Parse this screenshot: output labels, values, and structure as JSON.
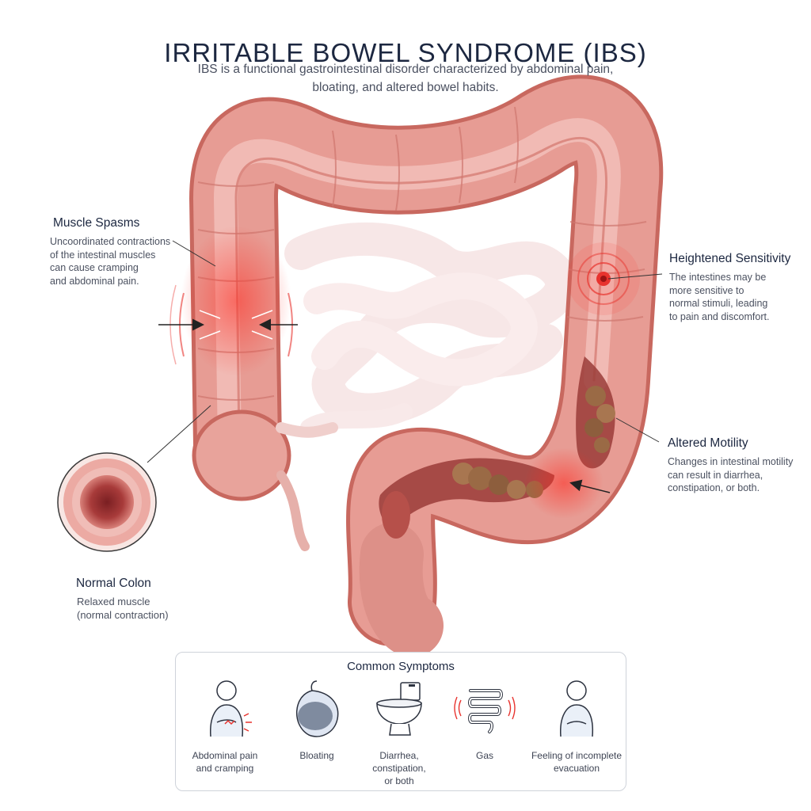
{
  "header": {
    "title": "IRRITABLE BOWEL SYNDROME (IBS)",
    "subtitle": "IBS is a functional gastrointestinal disorder characterized by abdominal pain, bloating, and altered bowel habits."
  },
  "callouts": {
    "muscle_spasms": {
      "title": "Muscle Spasms",
      "body": "Uncoordinated contractions\nof the intestinal muscles\ncan cause cramping\nand abdominal pain."
    },
    "heightened_sensitivity": {
      "title": "Heightened Sensitivity",
      "body": "The intestines may be\nmore sensitive to\nnormal stimuli, leading\nto pain and discomfort."
    },
    "altered_motility": {
      "title": "Altered Motility",
      "body": "Changes in intestinal motility\ncan result in diarrhea,\nconstipation, or both."
    },
    "normal_colon": {
      "title": "Normal Colon",
      "body": "Relaxed muscle\n(normal contraction)"
    }
  },
  "symptoms": {
    "title": "Common Symptoms",
    "items": [
      {
        "label": "Abdominal pain\nand cramping",
        "icon": "abdominal-pain-icon"
      },
      {
        "label": "Bloating",
        "icon": "bloating-icon"
      },
      {
        "label": "Diarrhea,\nconstipation,\nor both",
        "icon": "toilet-icon"
      },
      {
        "label": "Gas",
        "icon": "gas-icon"
      },
      {
        "label": "Feeling of incomplete\nevacuation",
        "icon": "incomplete-evacuation-icon"
      }
    ]
  },
  "colors": {
    "colon": "#e79c94",
    "colon_dark": "#c8685f",
    "highlight_red": "#e8332e",
    "stool": "#9a6a45",
    "title_text": "#1c2740"
  }
}
